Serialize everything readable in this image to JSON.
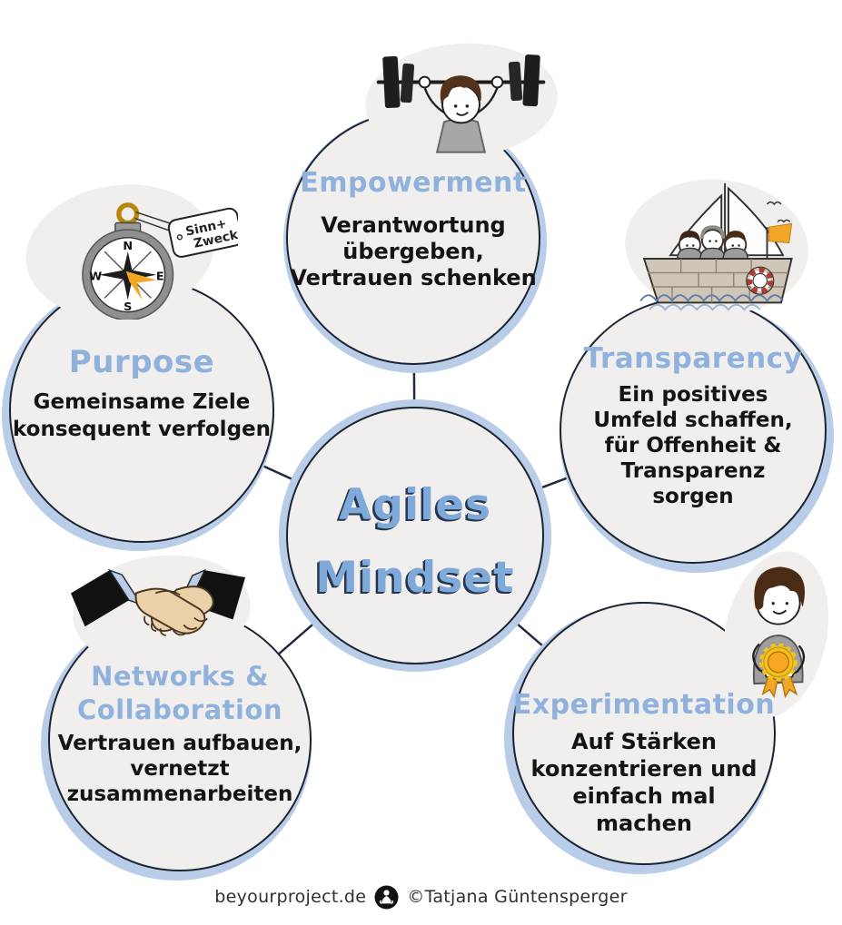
{
  "title": "Agiles Mindset",
  "center": {
    "line1": "Agiles",
    "line2": "Mindset"
  },
  "nodes": [
    {
      "id": "empowerment",
      "title": "Empowerment",
      "body": [
        "Verantwortung",
        "übergeben,",
        "Vertrauen schenken"
      ],
      "icon": "weightlifter-icon"
    },
    {
      "id": "purpose",
      "title": "Purpose",
      "body": [
        "Gemeinsame Ziele",
        "konsequent verfolgen"
      ],
      "icon": "compass-icon",
      "tag": {
        "line1": "Sinn+",
        "line2": "Zweck"
      },
      "compass": {
        "n": "N",
        "e": "E",
        "s": "S",
        "w": "W"
      }
    },
    {
      "id": "transparency",
      "title": "Transparency",
      "body": [
        "Ein positives",
        "Umfeld schaffen,",
        "für Offenheit &",
        "Transparenz",
        "sorgen"
      ],
      "icon": "sailboat-icon"
    },
    {
      "id": "networks",
      "title_line1": "Networks &",
      "title_line2": "Collaboration",
      "body": [
        "Vertrauen aufbauen,",
        "vernetzt",
        "zusammenarbeiten"
      ],
      "icon": "handshake-icon"
    },
    {
      "id": "experimentation",
      "title": "Experimentation",
      "body": [
        "Auf Stärken",
        "konzentrieren und",
        "einfach mal",
        "machen"
      ],
      "icon": "award-person-icon"
    }
  ],
  "footer": {
    "website": "beyourproject.de",
    "credit": "©Tatjana Güntensperger",
    "logo": "meditating-person-logo"
  },
  "colors": {
    "circle_fill": "#f0efed",
    "border_dark": "#1c2433",
    "ring_blue": "#b9cde9",
    "title_blue": "#8fb1dc",
    "center_text_blue": "#7fa9d8",
    "body_text": "#141414",
    "needle_orange": "#f5a623",
    "flag_orange": "#f0a626",
    "award_gold": "#f3c21d"
  }
}
